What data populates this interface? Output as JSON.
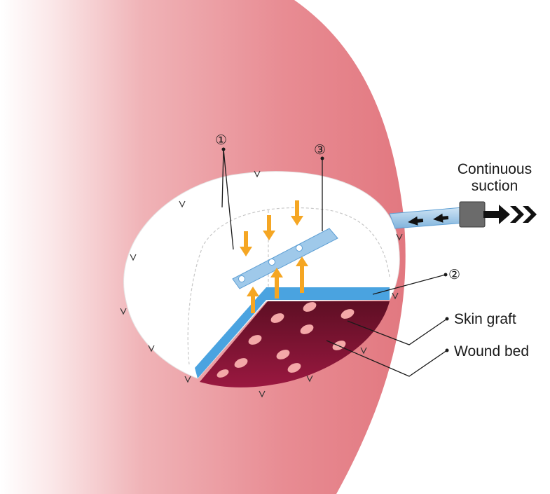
{
  "labels": {
    "suction_line1": "Continuous",
    "suction_line2": "suction",
    "skin_graft": "Skin graft",
    "wound_bed": "Wound bed"
  },
  "markers": {
    "m1": "①",
    "m2": "②",
    "m3": "③"
  },
  "colors": {
    "skin_light": "#fbe4e6",
    "skin_mid": "#ee9aa1",
    "skin_dark": "#e2737d",
    "dressing": "#ffffff",
    "membrane_blue": "#4aa3e0",
    "wound_bed": "#8e1538",
    "graft_spot": "#f4a8a8",
    "pressure_arrow": "#f5a623",
    "tube": "#a7cde9",
    "connector": "#666666",
    "leader_line": "#1a1a1a"
  }
}
